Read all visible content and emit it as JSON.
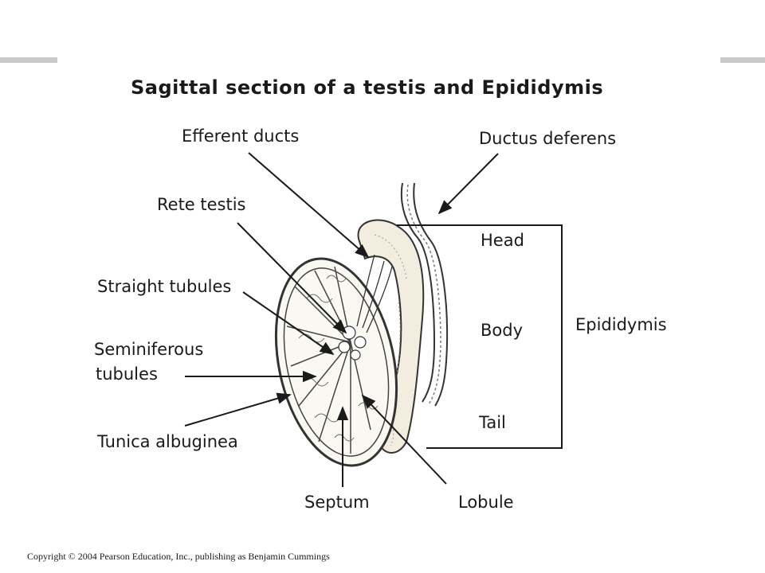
{
  "title": "Sagittal section of a testis and Epididymis",
  "labels": {
    "efferent_ducts": "Efferent ducts",
    "ductus_deferens": "Ductus deferens",
    "rete_testis": "Rete testis",
    "straight_tubules": "Straight tubules",
    "seminiferous_line1": "Seminiferous",
    "seminiferous_line2": "tubules",
    "tunica_albuginea": "Tunica albuginea",
    "septum": "Septum",
    "lobule": "Lobule",
    "head": "Head",
    "body": "Body",
    "tail": "Tail",
    "epididymis": "Epididymis"
  },
  "copyright": "Copyright © 2004 Pearson Education, Inc., publishing as Benjamin Cummings"
}
